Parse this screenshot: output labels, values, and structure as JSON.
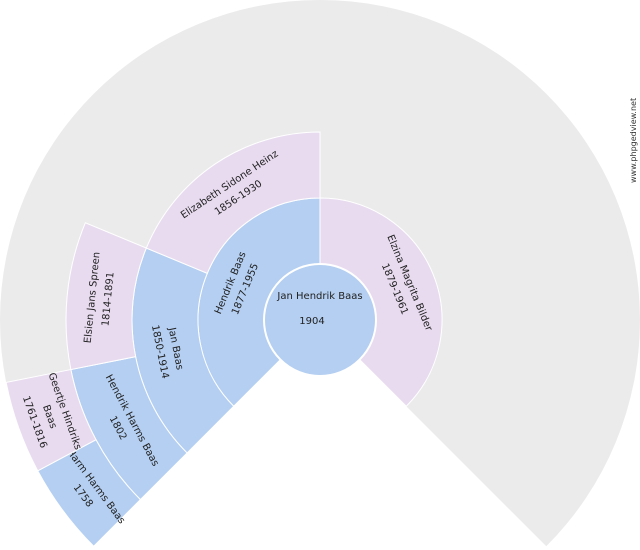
{
  "colors": {
    "background_wedge": "#ebebeb",
    "male": "#b4cff1",
    "female": "#e8dbf0",
    "separator": "#ffffff",
    "text": "#222222"
  },
  "root": {
    "name": "Jan Hendrik Baas",
    "year": "1904"
  },
  "persons": [
    {
      "id": "father",
      "gen": 1,
      "sex": "M",
      "lines": [
        "Hendrik Baas",
        "1877-1955"
      ]
    },
    {
      "id": "mother",
      "gen": 1,
      "sex": "F",
      "lines": [
        "Elzina Magrita Bilder",
        "1879-1961"
      ]
    },
    {
      "id": "paternal-grandfather",
      "gen": 2,
      "sex": "M",
      "lines": [
        "Jan Baas",
        "1850-1914"
      ]
    },
    {
      "id": "paternal-grandmother",
      "gen": 2,
      "sex": "F",
      "lines": [
        "Elizabeth Sidone Heinz",
        "1856-1930"
      ]
    },
    {
      "id": "great-grandfather",
      "gen": 3,
      "sex": "M",
      "lines": [
        "Hendrik Harms Baas",
        "1802"
      ]
    },
    {
      "id": "great-grandmother",
      "gen": 3,
      "sex": "F",
      "lines": [
        "Elsien Jans Spreen",
        "1814-1891"
      ]
    },
    {
      "id": "2x-great-grandfather",
      "gen": 4,
      "sex": "M",
      "lines": [
        "Harm Harms Baas",
        "1758"
      ]
    },
    {
      "id": "2x-great-grandmother",
      "gen": 4,
      "sex": "F",
      "lines": [
        "Geertje Hindriks",
        "Baas",
        "1761-1816"
      ]
    }
  ],
  "credit": "www.phpgedview.net"
}
